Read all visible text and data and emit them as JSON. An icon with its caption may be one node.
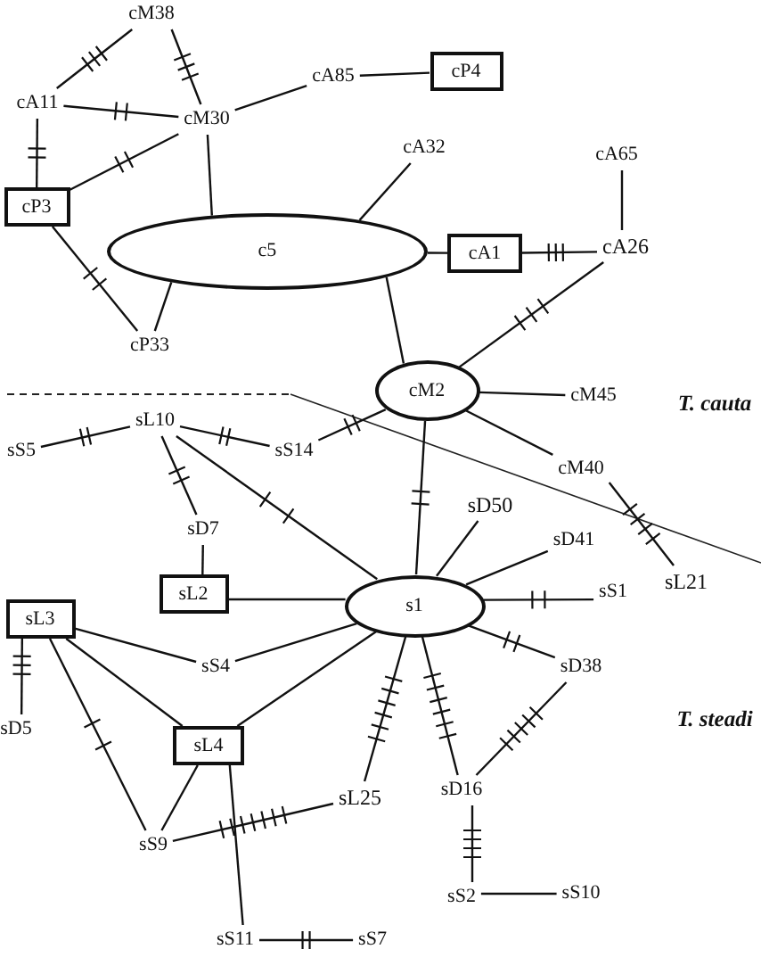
{
  "diagram": {
    "nodes": [
      {
        "text": [
          "cM38"
        ]
      },
      {
        "text": [
          "cA11"
        ]
      },
      {
        "text": [
          "cM30"
        ]
      },
      {
        "text": [
          "cA85"
        ]
      },
      {
        "text": [
          "cP4"
        ]
      },
      {
        "text": [
          "cP3"
        ]
      },
      {
        "text": [
          "c5"
        ]
      },
      {
        "text": [
          "cA32"
        ]
      },
      {
        "text": [
          "cA65"
        ]
      },
      {
        "text": [
          "cA1"
        ]
      },
      {
        "text": [
          "cA26"
        ]
      },
      {
        "text": [
          "cP33"
        ]
      },
      {
        "text": [
          "cM2"
        ]
      },
      {
        "text": [
          "cM45"
        ]
      },
      {
        "text": [
          "cM40"
        ]
      },
      {
        "text": [
          "sL10"
        ]
      },
      {
        "text": [
          "sS5"
        ]
      },
      {
        "text": [
          "sS14"
        ]
      },
      {
        "text": [
          "sD7"
        ]
      },
      {
        "text": [
          "sL2"
        ]
      },
      {
        "text": [
          "sL3"
        ]
      },
      {
        "text": [
          "s1"
        ]
      },
      {
        "text": [
          "sD50"
        ]
      },
      {
        "text": [
          "sD41"
        ]
      },
      {
        "text": [
          "sL21"
        ]
      },
      {
        "text": [
          "sS1"
        ]
      },
      {
        "text": [
          "sS4"
        ]
      },
      {
        "text": [
          "sD38"
        ]
      },
      {
        "text": [
          "sD5"
        ]
      },
      {
        "text": [
          "sL4"
        ]
      },
      {
        "text": [
          "sL25"
        ]
      },
      {
        "text": [
          "sD16"
        ]
      },
      {
        "text": [
          "sS9"
        ]
      },
      {
        "text": [
          "sS2"
        ]
      },
      {
        "text": [
          "sS10"
        ]
      },
      {
        "text": [
          "sS11"
        ]
      },
      {
        "text": [
          "sS7"
        ]
      }
    ],
    "edges": [
      {
        "from": 0,
        "to": 1,
        "arrow": "none"
      },
      {
        "from": 0,
        "to": 2,
        "arrow": "none"
      },
      {
        "from": 1,
        "to": 2,
        "arrow": "none"
      },
      {
        "from": 1,
        "to": 5,
        "arrow": "none"
      },
      {
        "from": 5,
        "to": 2,
        "arrow": "none"
      },
      {
        "from": 2,
        "to": 3,
        "arrow": "none"
      },
      {
        "from": 3,
        "to": 4,
        "arrow": "none"
      },
      {
        "from": 2,
        "to": 6,
        "arrow": "none"
      },
      {
        "from": 5,
        "to": 11,
        "arrow": "none"
      },
      {
        "from": 6,
        "to": 11,
        "arrow": "none"
      },
      {
        "from": 6,
        "to": 7,
        "arrow": "none"
      },
      {
        "from": 6,
        "to": 9,
        "arrow": "none"
      },
      {
        "from": 9,
        "to": 10,
        "arrow": "none"
      },
      {
        "from": 8,
        "to": 10,
        "arrow": "none"
      },
      {
        "from": 6,
        "to": 12,
        "arrow": "none"
      },
      {
        "from": 10,
        "to": 12,
        "arrow": "none"
      },
      {
        "from": 12,
        "to": 13,
        "arrow": "none"
      },
      {
        "from": 12,
        "to": 14,
        "arrow": "none"
      },
      {
        "from": 12,
        "to": 17,
        "arrow": "none"
      },
      {
        "from": 12,
        "to": 21,
        "arrow": "none"
      },
      {
        "from": 16,
        "to": 15,
        "arrow": "none"
      },
      {
        "from": 15,
        "to": 17,
        "arrow": "none"
      },
      {
        "from": 15,
        "to": 18,
        "arrow": "none"
      },
      {
        "from": 15,
        "to": 21,
        "arrow": "none"
      },
      {
        "from": 18,
        "to": 19,
        "arrow": "none"
      },
      {
        "from": 19,
        "to": 21,
        "arrow": "none"
      },
      {
        "from": 21,
        "to": 22,
        "arrow": "none"
      },
      {
        "from": 21,
        "to": 23,
        "arrow": "none"
      },
      {
        "from": 14,
        "to": 24,
        "arrow": "none"
      },
      {
        "from": 21,
        "to": 25,
        "arrow": "none"
      },
      {
        "from": 20,
        "to": 26,
        "arrow": "none"
      },
      {
        "from": 26,
        "to": 21,
        "arrow": "none"
      },
      {
        "from": 21,
        "to": 27,
        "arrow": "none"
      },
      {
        "from": 20,
        "to": 28,
        "arrow": "none"
      },
      {
        "from": 20,
        "to": 29,
        "arrow": "none"
      },
      {
        "from": 20,
        "to": 32,
        "arrow": "none"
      },
      {
        "from": 21,
        "to": 29,
        "arrow": "none"
      },
      {
        "from": 21,
        "to": 30,
        "arrow": "none"
      },
      {
        "from": 21,
        "to": 31,
        "arrow": "none"
      },
      {
        "from": 27,
        "to": 31,
        "arrow": "none"
      },
      {
        "from": 29,
        "to": 32,
        "arrow": "none"
      },
      {
        "from": 29,
        "to": 35,
        "arrow": "none"
      },
      {
        "from": 32,
        "to": 30,
        "arrow": "none"
      },
      {
        "from": 31,
        "to": 33,
        "arrow": "none"
      },
      {
        "from": 33,
        "to": 34,
        "arrow": "none"
      },
      {
        "from": 35,
        "to": 36,
        "arrow": "none"
      }
    ],
    "labels": [
      "T. cauta",
      "T. steadi"
    ]
  }
}
